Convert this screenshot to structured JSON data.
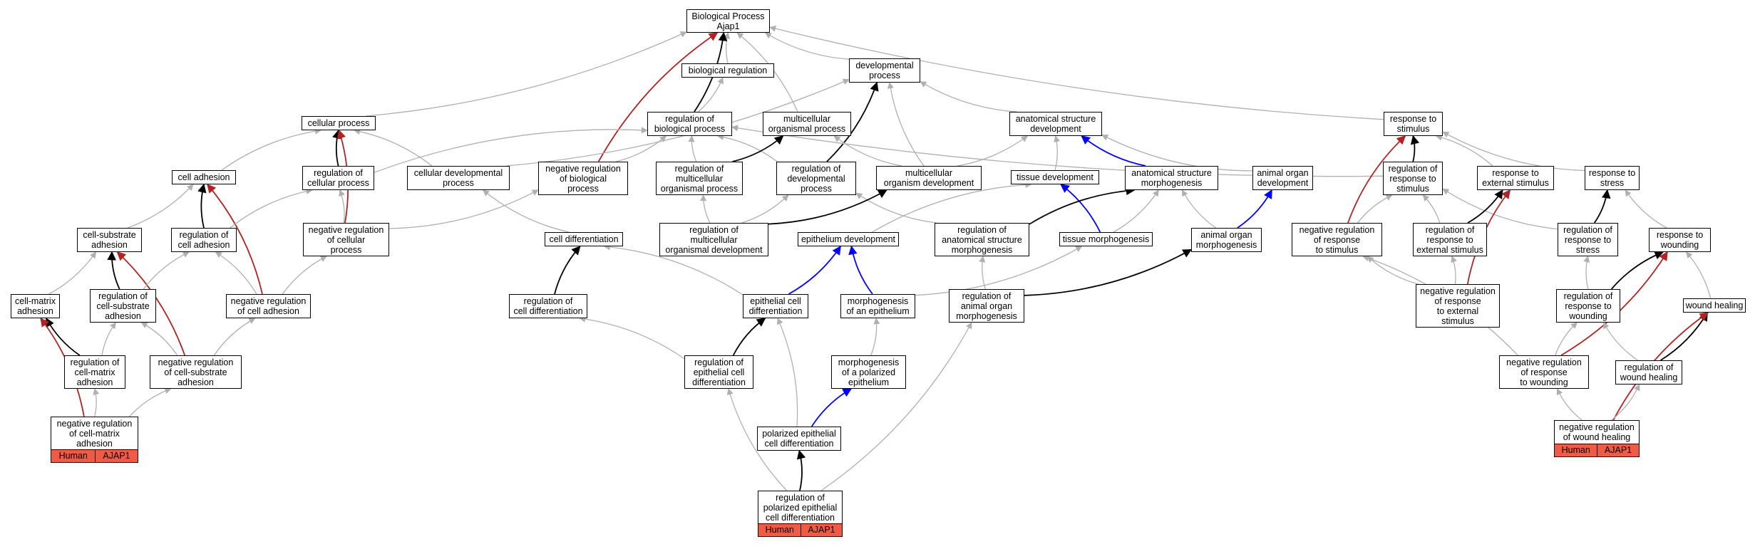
{
  "nodes": [
    {
      "id": "bp",
      "label": "Biological Process\nAjap1"
    },
    {
      "id": "breg",
      "label": "biological regulation"
    },
    {
      "id": "dev",
      "label": "developmental\nprocess"
    },
    {
      "id": "cell",
      "label": "cellular process"
    },
    {
      "id": "rbp",
      "label": "regulation of\nbiological process"
    },
    {
      "id": "mop",
      "label": "multicellular\norganismal process"
    },
    {
      "id": "asd",
      "label": "anatomical structure\ndevelopment"
    },
    {
      "id": "rts",
      "label": "response to\nstimulus"
    },
    {
      "id": "cadh",
      "label": "cell adhesion"
    },
    {
      "id": "rcp",
      "label": "regulation of\ncellular process"
    },
    {
      "id": "cdp",
      "label": "cellular developmental\nprocess"
    },
    {
      "id": "nrbp",
      "label": "negative regulation\nof biological\nprocess"
    },
    {
      "id": "rmop",
      "label": "regulation of\nmulticellular\norganismal process"
    },
    {
      "id": "rdp",
      "label": "regulation of\ndevelopmental\nprocess"
    },
    {
      "id": "mod",
      "label": "multicellular\norganism development"
    },
    {
      "id": "td",
      "label": "tissue development"
    },
    {
      "id": "asm",
      "label": "anatomical structure\nmorphogenesis"
    },
    {
      "id": "aod",
      "label": "animal organ\ndevelopment"
    },
    {
      "id": "rrts",
      "label": "regulation of\nresponse to\nstimulus"
    },
    {
      "id": "rtes",
      "label": "response to\nexternal stimulus"
    },
    {
      "id": "rtstr",
      "label": "response to\nstress"
    },
    {
      "id": "csa",
      "label": "cell-substrate\nadhesion"
    },
    {
      "id": "rca",
      "label": "regulation of\ncell adhesion"
    },
    {
      "id": "nrcp",
      "label": "negative regulation\nof cellular\nprocess"
    },
    {
      "id": "cdiff",
      "label": "cell differentiation"
    },
    {
      "id": "rmod",
      "label": "regulation of\nmulticellular\norganismal development"
    },
    {
      "id": "epdev",
      "label": "epithelium development"
    },
    {
      "id": "rasm",
      "label": "regulation of\nanatomical structure\nmorphogenesis"
    },
    {
      "id": "tm",
      "label": "tissue morphogenesis"
    },
    {
      "id": "aom",
      "label": "animal organ\nmorphogenesis"
    },
    {
      "id": "nrrts",
      "label": "negative regulation\nof response\nto stimulus"
    },
    {
      "id": "rrtes",
      "label": "regulation of\nresponse to\nexternal stimulus"
    },
    {
      "id": "rrtstr",
      "label": "regulation of\nresponse to\nstress"
    },
    {
      "id": "rtw",
      "label": "response to\nwounding"
    },
    {
      "id": "cma",
      "label": "cell-matrix\nadhesion"
    },
    {
      "id": "rcsa",
      "label": "regulation of\ncell-substrate\nadhesion"
    },
    {
      "id": "nrca",
      "label": "negative regulation\nof cell adhesion"
    },
    {
      "id": "rcd",
      "label": "regulation of\ncell differentiation"
    },
    {
      "id": "ecd",
      "label": "epithelial cell\ndifferentiation"
    },
    {
      "id": "moe",
      "label": "morphogenesis\nof an epithelium"
    },
    {
      "id": "raom",
      "label": "regulation of\nanimal organ\nmorphogenesis"
    },
    {
      "id": "nrrtes",
      "label": "negative regulation\nof response\nto external\nstimulus"
    },
    {
      "id": "rrtw",
      "label": "regulation of\nresponse to\nwounding"
    },
    {
      "id": "wh",
      "label": "wound healing"
    },
    {
      "id": "rcma",
      "label": "regulation of\ncell-matrix\nadhesion"
    },
    {
      "id": "nrcsa",
      "label": "negative regulation\nof cell-substrate\nadhesion"
    },
    {
      "id": "recd",
      "label": "regulation of\nepithelial cell\ndifferentiation"
    },
    {
      "id": "mope",
      "label": "morphogenesis\nof a polarized\nepithelium"
    },
    {
      "id": "nrrtw",
      "label": "negative regulation\nof response\nto wounding"
    },
    {
      "id": "rwh",
      "label": "regulation of\nwound healing"
    },
    {
      "id": "nrcma",
      "label": "negative regulation\nof cell-matrix\nadhesion"
    },
    {
      "id": "pecd",
      "label": "polarized epithelial\ncell differentiation"
    },
    {
      "id": "nrwh",
      "label": "negative regulation\nof wound healing"
    },
    {
      "id": "rpecd",
      "label": "regulation of\npolarized epithelial\ncell differentiation"
    }
  ],
  "annotations": [
    {
      "node": "nrcma",
      "species": "Human",
      "gene": "AJAP1"
    },
    {
      "node": "rpecd",
      "species": "Human",
      "gene": "AJAP1"
    },
    {
      "node": "nrwh",
      "species": "Human",
      "gene": "AJAP1"
    }
  ],
  "edge_types": {
    "is_a": {
      "color": "#b0b0b0"
    },
    "regulates": {
      "color": "#000000"
    },
    "negatively_regulates": {
      "color": "#b22222"
    },
    "part_of": {
      "color": "#0000ff"
    }
  },
  "edges": [
    {
      "from": "breg",
      "to": "bp",
      "type": "is_a"
    },
    {
      "from": "cell",
      "to": "bp",
      "type": "is_a"
    },
    {
      "from": "dev",
      "to": "bp",
      "type": "is_a"
    },
    {
      "from": "mop",
      "to": "bp",
      "type": "is_a"
    },
    {
      "from": "rts",
      "to": "bp",
      "type": "is_a"
    },
    {
      "from": "rbp",
      "to": "bp",
      "type": "regulates"
    },
    {
      "from": "nrbp",
      "to": "bp",
      "type": "negatively_regulates"
    },
    {
      "from": "rbp",
      "to": "breg",
      "type": "is_a"
    },
    {
      "from": "asd",
      "to": "dev",
      "type": "is_a"
    },
    {
      "from": "cdp",
      "to": "dev",
      "type": "is_a"
    },
    {
      "from": "mod",
      "to": "dev",
      "type": "is_a"
    },
    {
      "from": "rdp",
      "to": "dev",
      "type": "regulates"
    },
    {
      "from": "cadh",
      "to": "cell",
      "type": "is_a"
    },
    {
      "from": "cdp",
      "to": "cell",
      "type": "is_a"
    },
    {
      "from": "rcp",
      "to": "cell",
      "type": "regulates"
    },
    {
      "from": "nrcp",
      "to": "cell",
      "type": "negatively_regulates"
    },
    {
      "from": "rcp",
      "to": "rbp",
      "type": "is_a"
    },
    {
      "from": "nrbp",
      "to": "rbp",
      "type": "is_a"
    },
    {
      "from": "rmop",
      "to": "rbp",
      "type": "is_a"
    },
    {
      "from": "rdp",
      "to": "rbp",
      "type": "is_a"
    },
    {
      "from": "rrts",
      "to": "rbp",
      "type": "is_a"
    },
    {
      "from": "rmop",
      "to": "mop",
      "type": "regulates"
    },
    {
      "from": "mod",
      "to": "mop",
      "type": "is_a"
    },
    {
      "from": "td",
      "to": "asd",
      "type": "is_a"
    },
    {
      "from": "aod",
      "to": "asd",
      "type": "is_a"
    },
    {
      "from": "mod",
      "to": "asd",
      "type": "is_a"
    },
    {
      "from": "asm",
      "to": "asd",
      "type": "part_of"
    },
    {
      "from": "rtes",
      "to": "rts",
      "type": "is_a"
    },
    {
      "from": "rtstr",
      "to": "rts",
      "type": "is_a"
    },
    {
      "from": "rrts",
      "to": "rts",
      "type": "regulates"
    },
    {
      "from": "nrrts",
      "to": "rts",
      "type": "negatively_regulates"
    },
    {
      "from": "csa",
      "to": "cadh",
      "type": "is_a"
    },
    {
      "from": "rca",
      "to": "cadh",
      "type": "regulates"
    },
    {
      "from": "nrca",
      "to": "cadh",
      "type": "negatively_regulates"
    },
    {
      "from": "rca",
      "to": "rcp",
      "type": "is_a"
    },
    {
      "from": "nrcp",
      "to": "rcp",
      "type": "is_a"
    },
    {
      "from": "cdiff",
      "to": "cdp",
      "type": "is_a"
    },
    {
      "from": "nrcp",
      "to": "nrbp",
      "type": "is_a"
    },
    {
      "from": "rmod",
      "to": "rmop",
      "type": "is_a"
    },
    {
      "from": "rmod",
      "to": "rdp",
      "type": "is_a"
    },
    {
      "from": "rasm",
      "to": "rdp",
      "type": "is_a"
    },
    {
      "from": "rmod",
      "to": "mod",
      "type": "regulates"
    },
    {
      "from": "epdev",
      "to": "td",
      "type": "is_a"
    },
    {
      "from": "tm",
      "to": "td",
      "type": "part_of"
    },
    {
      "from": "rasm",
      "to": "asm",
      "type": "regulates"
    },
    {
      "from": "tm",
      "to": "asm",
      "type": "is_a"
    },
    {
      "from": "aom",
      "to": "asm",
      "type": "is_a"
    },
    {
      "from": "aom",
      "to": "aod",
      "type": "part_of"
    },
    {
      "from": "nrrts",
      "to": "rrts",
      "type": "is_a"
    },
    {
      "from": "rrtes",
      "to": "rrts",
      "type": "is_a"
    },
    {
      "from": "rrtstr",
      "to": "rrts",
      "type": "is_a"
    },
    {
      "from": "rrtes",
      "to": "rtes",
      "type": "regulates"
    },
    {
      "from": "nrrtes",
      "to": "rtes",
      "type": "negatively_regulates"
    },
    {
      "from": "rrtstr",
      "to": "rtstr",
      "type": "regulates"
    },
    {
      "from": "rtw",
      "to": "rtstr",
      "type": "is_a"
    },
    {
      "from": "cma",
      "to": "csa",
      "type": "is_a"
    },
    {
      "from": "rcsa",
      "to": "csa",
      "type": "regulates"
    },
    {
      "from": "nrcsa",
      "to": "csa",
      "type": "negatively_regulates"
    },
    {
      "from": "rcsa",
      "to": "rca",
      "type": "is_a"
    },
    {
      "from": "nrca",
      "to": "rca",
      "type": "is_a"
    },
    {
      "from": "nrca",
      "to": "nrcp",
      "type": "is_a"
    },
    {
      "from": "ecd",
      "to": "cdiff",
      "type": "is_a"
    },
    {
      "from": "rcd",
      "to": "cdiff",
      "type": "regulates"
    },
    {
      "from": "ecd",
      "to": "epdev",
      "type": "part_of"
    },
    {
      "from": "moe",
      "to": "epdev",
      "type": "part_of"
    },
    {
      "from": "moe",
      "to": "tm",
      "type": "is_a"
    },
    {
      "from": "raom",
      "to": "rasm",
      "type": "is_a"
    },
    {
      "from": "raom",
      "to": "aom",
      "type": "regulates"
    },
    {
      "from": "nrrtes",
      "to": "nrrts",
      "type": "is_a"
    },
    {
      "from": "nrrtes",
      "to": "rrtes",
      "type": "is_a"
    },
    {
      "from": "rrtw",
      "to": "rrtstr",
      "type": "is_a"
    },
    {
      "from": "wh",
      "to": "rtw",
      "type": "is_a"
    },
    {
      "from": "rrtw",
      "to": "rtw",
      "type": "regulates"
    },
    {
      "from": "nrrtw",
      "to": "rtw",
      "type": "negatively_regulates"
    },
    {
      "from": "rcma",
      "to": "cma",
      "type": "regulates"
    },
    {
      "from": "nrcma",
      "to": "cma",
      "type": "negatively_regulates"
    },
    {
      "from": "rcma",
      "to": "rcsa",
      "type": "is_a"
    },
    {
      "from": "nrcsa",
      "to": "rcsa",
      "type": "is_a"
    },
    {
      "from": "nrcsa",
      "to": "nrca",
      "type": "is_a"
    },
    {
      "from": "recd",
      "to": "rcd",
      "type": "is_a"
    },
    {
      "from": "recd",
      "to": "ecd",
      "type": "regulates"
    },
    {
      "from": "mope",
      "to": "moe",
      "type": "is_a"
    },
    {
      "from": "nrrtw",
      "to": "rrtw",
      "type": "is_a"
    },
    {
      "from": "nrrtw",
      "to": "nrrts",
      "type": "is_a"
    },
    {
      "from": "rwh",
      "to": "rrtw",
      "type": "is_a"
    },
    {
      "from": "rwh",
      "to": "wh",
      "type": "regulates"
    },
    {
      "from": "nrwh",
      "to": "wh",
      "type": "negatively_regulates"
    },
    {
      "from": "nrwh",
      "to": "rwh",
      "type": "is_a"
    },
    {
      "from": "nrwh",
      "to": "nrrtw",
      "type": "is_a"
    },
    {
      "from": "nrcma",
      "to": "rcma",
      "type": "is_a"
    },
    {
      "from": "nrcma",
      "to": "nrcsa",
      "type": "is_a"
    },
    {
      "from": "pecd",
      "to": "ecd",
      "type": "is_a"
    },
    {
      "from": "pecd",
      "to": "mope",
      "type": "part_of"
    },
    {
      "from": "rpecd",
      "to": "pecd",
      "type": "regulates"
    },
    {
      "from": "rpecd",
      "to": "recd",
      "type": "is_a"
    },
    {
      "from": "rpecd",
      "to": "raom",
      "type": "is_a"
    }
  ],
  "colors": {
    "annotation_fill": "#ef5b45",
    "node_border": "#000000",
    "node_fill": "#ffffff"
  }
}
